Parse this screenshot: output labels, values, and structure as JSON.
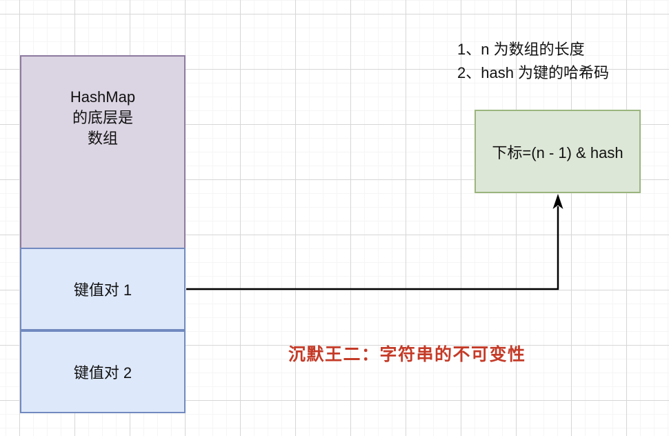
{
  "diagram": {
    "array_box": {
      "lines": [
        "HashMap",
        "的底层是",
        "数组"
      ],
      "fill": "#dbd4e2",
      "border": "#8d7aa0"
    },
    "entries": [
      {
        "label": "键值对 1"
      },
      {
        "label": "键值对 2"
      }
    ],
    "entry_style": {
      "fill": "#dde8fa",
      "border": "#7189bf"
    },
    "formula_box": {
      "label": "下标=(n - 1) & hash",
      "fill": "#dde7d7",
      "border": "#9bb57d"
    },
    "notes": {
      "lines": [
        "1、n 为数组的长度",
        "2、hash 为键的哈希码"
      ]
    },
    "watermark": {
      "text": "沉默王二：字符串的不可变性",
      "color": "#c43a27"
    },
    "connector": {
      "color": "#000000"
    },
    "grid": {
      "minor_color": "#f5f5f5",
      "major_color": "#d6d6d6"
    }
  }
}
